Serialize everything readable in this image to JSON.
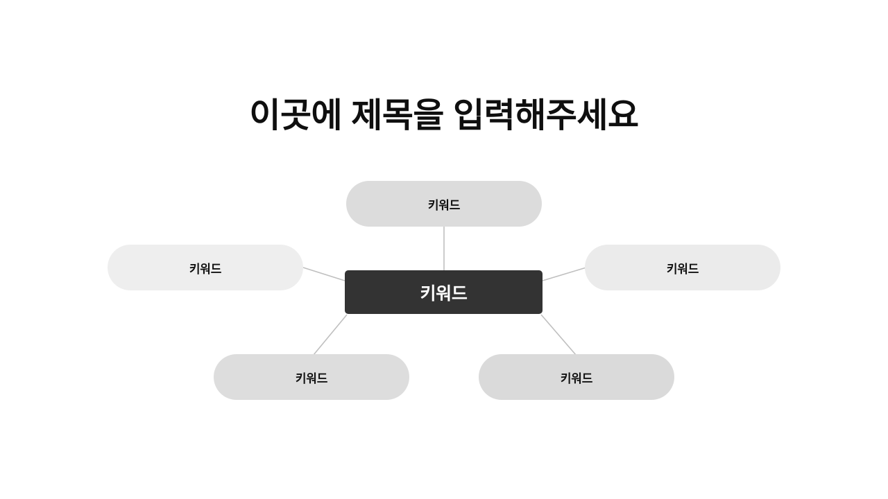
{
  "slide": {
    "background_color": "#ffffff",
    "title": "이곳에 제목을 입력해주세요"
  },
  "diagram": {
    "type": "mind-map",
    "center": {
      "label": "키워드",
      "fill": "#333333",
      "text_color": "#ffffff",
      "shape": "rounded-rectangle"
    },
    "branches": [
      {
        "id": "top",
        "label": "키워드",
        "fill": "#dcdcdc",
        "text_color": "#111111",
        "shape": "pill",
        "position": "top"
      },
      {
        "id": "left",
        "label": "키워드",
        "fill": "#eeeeee",
        "text_color": "#111111",
        "shape": "pill",
        "position": "left"
      },
      {
        "id": "right",
        "label": "키워드",
        "fill": "#ebebeb",
        "text_color": "#111111",
        "shape": "pill",
        "position": "right"
      },
      {
        "id": "bottom-left",
        "label": "키워드",
        "fill": "#dddddd",
        "text_color": "#111111",
        "shape": "pill",
        "position": "bottom-left"
      },
      {
        "id": "bottom-right",
        "label": "키워드",
        "fill": "#dadada",
        "text_color": "#111111",
        "shape": "pill",
        "position": "bottom-right"
      }
    ],
    "connector_color": "#bfbfbf"
  }
}
